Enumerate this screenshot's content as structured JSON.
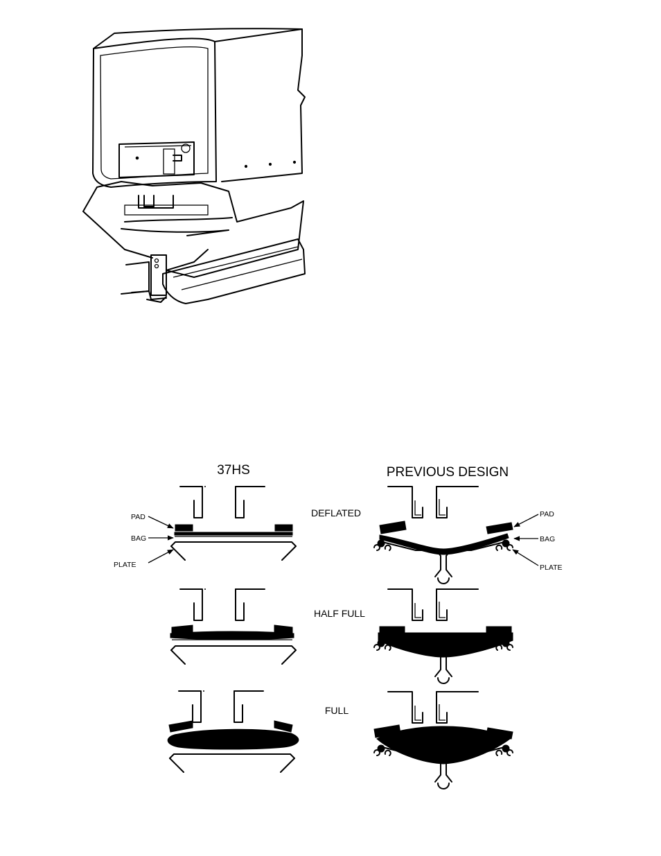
{
  "figure": {
    "headers": {
      "left": "37HS",
      "right": "PREVIOUS DESIGN"
    },
    "states": [
      "DEFLATED",
      "HALF FULL",
      "FULL"
    ],
    "left_callouts": [
      "PAD",
      "BAG",
      "PLATE"
    ],
    "right_callouts": [
      "PAD",
      "BAG",
      "PLATE"
    ]
  }
}
